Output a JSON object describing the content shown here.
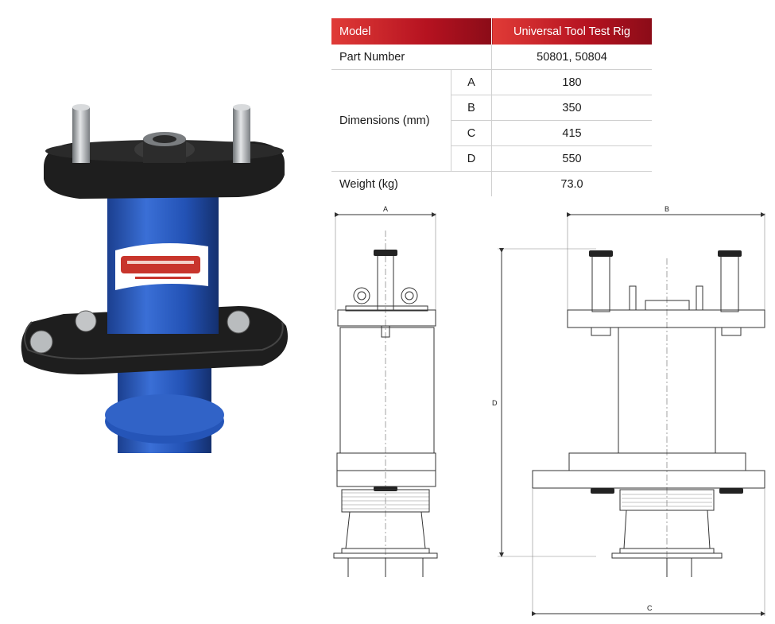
{
  "photo": {
    "logo_icon": "torbar-logo-icon"
  },
  "spec_table": {
    "header": {
      "label": "Model",
      "value": "Universal Tool Test Rig"
    },
    "part_number": {
      "label": "Part Number",
      "value": "50801, 50804"
    },
    "dimensions": {
      "label": "Dimensions (mm)",
      "rows": [
        {
          "key": "A",
          "value": "180"
        },
        {
          "key": "B",
          "value": "350"
        },
        {
          "key": "C",
          "value": "415"
        },
        {
          "key": "D",
          "value": "550"
        }
      ]
    },
    "weight": {
      "label": "Weight (kg)",
      "value": "73.0"
    }
  },
  "drawings": {
    "front_dim_label": "A",
    "side_width_label": "B",
    "side_height_label": "D",
    "side_base_label": "C"
  },
  "colors": {
    "header_red": "#c41e2a",
    "rig_blue": "#2456b8",
    "flange_black": "#222222"
  }
}
